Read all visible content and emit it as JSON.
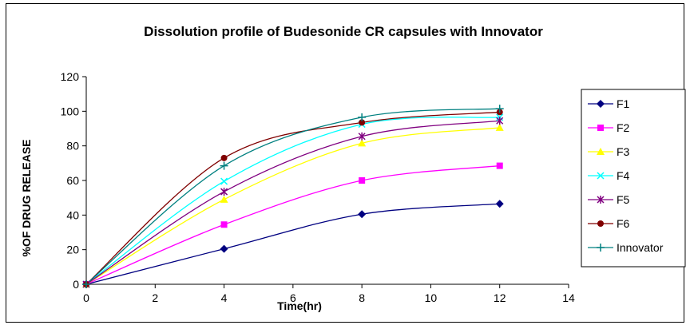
{
  "chart_data": {
    "type": "line",
    "title": "Dissolution profile of Budesonide CR capsules with Innovator",
    "xlabel": "Time(hr)",
    "ylabel": "%OF DRUG RELEASE",
    "xlim": [
      0,
      14
    ],
    "ylim": [
      0,
      120
    ],
    "xticks": [
      0,
      2,
      4,
      6,
      8,
      10,
      12,
      14
    ],
    "yticks": [
      0,
      20,
      40,
      60,
      80,
      100,
      120
    ],
    "grid": false,
    "legend_position": "right",
    "x": [
      0,
      4,
      8,
      12
    ],
    "series": [
      {
        "name": "F1",
        "values": [
          0,
          20.5,
          40.5,
          46.5
        ],
        "color": "#000080",
        "marker": "diamond"
      },
      {
        "name": "F2",
        "values": [
          0,
          34.5,
          60,
          68.5
        ],
        "color": "#FF00FF",
        "marker": "square"
      },
      {
        "name": "F3",
        "values": [
          0,
          49,
          81.5,
          90.5
        ],
        "color": "#FFFF00",
        "marker": "triangle"
      },
      {
        "name": "F4",
        "values": [
          0,
          59.5,
          92.5,
          96.5
        ],
        "color": "#00FFFF",
        "marker": "x"
      },
      {
        "name": "F5",
        "values": [
          0,
          53.5,
          85.5,
          94.5
        ],
        "color": "#800080",
        "marker": "star"
      },
      {
        "name": "F6",
        "values": [
          0,
          73,
          93.5,
          99.5
        ],
        "color": "#800000",
        "marker": "circle"
      },
      {
        "name": "Innovator",
        "values": [
          0,
          68.5,
          96.5,
          101.5
        ],
        "color": "#008080",
        "marker": "plus"
      }
    ]
  }
}
